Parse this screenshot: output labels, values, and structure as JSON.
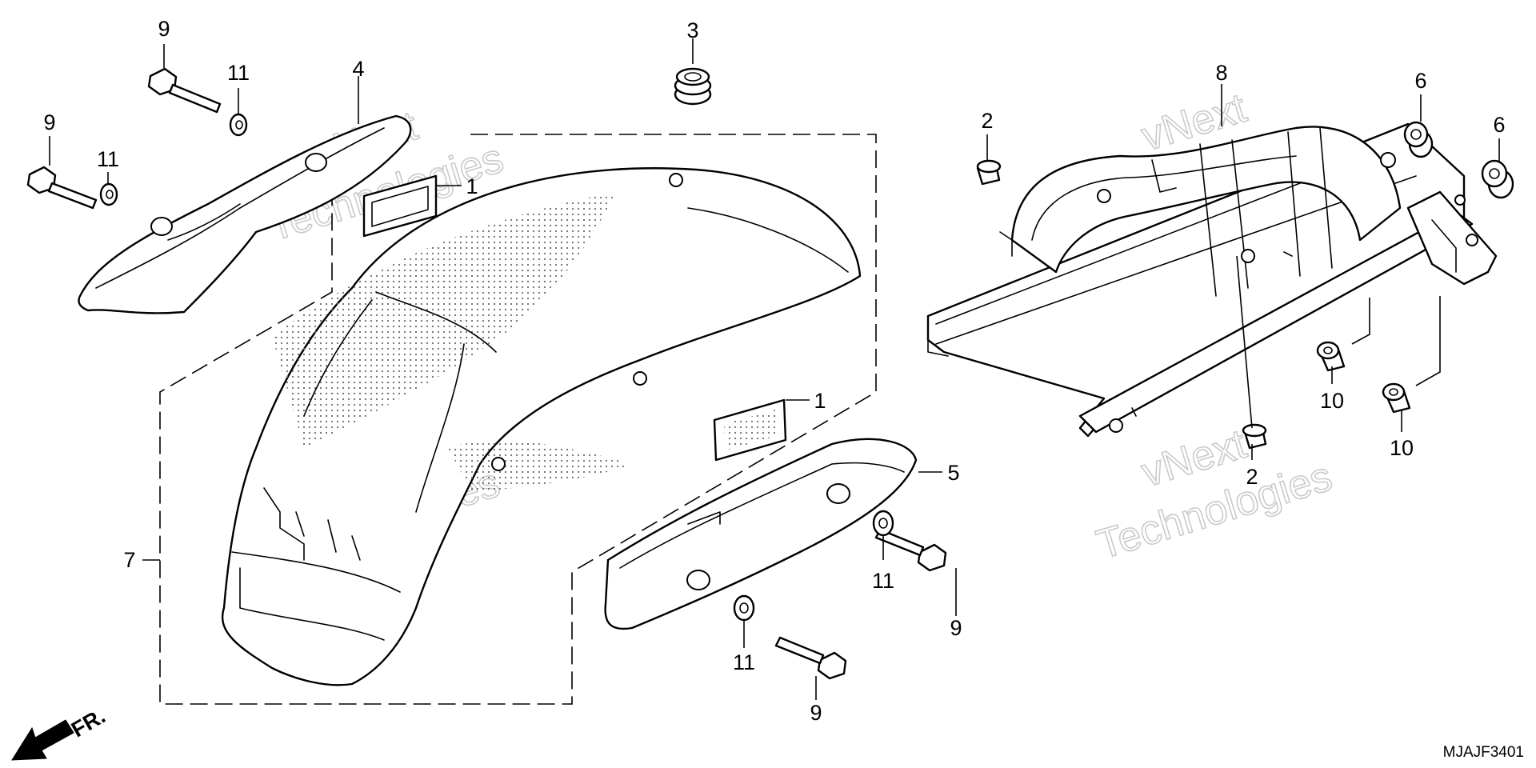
{
  "diagram": {
    "part_code": "MJAJF3401",
    "direction_label": "FR.",
    "watermark": {
      "line1": "vNext",
      "line2": "Technologies"
    },
    "callouts": {
      "c1a": "1",
      "c1b": "1",
      "c2a": "2",
      "c2b": "2",
      "c3": "3",
      "c4": "4",
      "c5": "5",
      "c6a": "6",
      "c6b": "6",
      "c7": "7",
      "c8": "8",
      "c9a": "9",
      "c9b": "9",
      "c9c": "9",
      "c9d": "9",
      "c10a": "10",
      "c10b": "10",
      "c11a": "11",
      "c11b": "11",
      "c11c": "11",
      "c11d": "11"
    }
  }
}
